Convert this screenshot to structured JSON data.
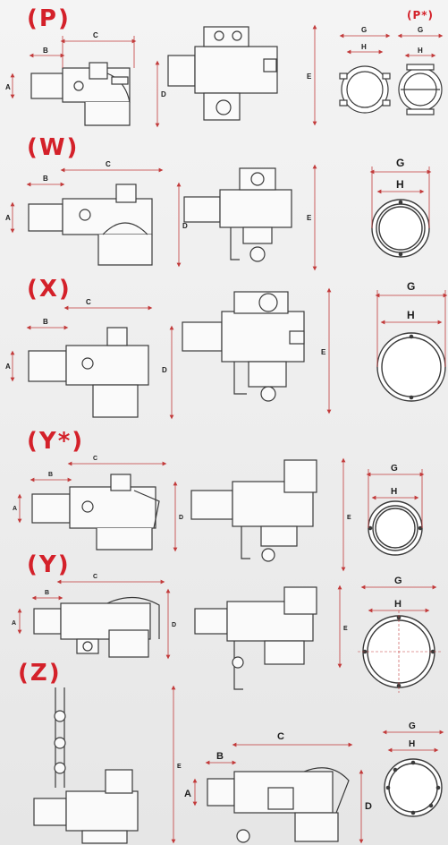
{
  "sections": [
    {
      "id": "p",
      "label": "(P)"
    },
    {
      "id": "w",
      "label": "(W)"
    },
    {
      "id": "x",
      "label": "(X)"
    },
    {
      "id": "y_star",
      "label": "(Y*)"
    },
    {
      "id": "y",
      "label": "(Y)"
    },
    {
      "id": "z",
      "label": "(Z)"
    }
  ],
  "p_star_label": "(P*)",
  "dimension_letters": {
    "a": "A",
    "b": "B",
    "c": "C",
    "d": "D",
    "e": "E",
    "g": "G",
    "h": "H"
  },
  "colors": {
    "accent": "#d4212a",
    "line": "#c23a3a",
    "drawing": "#3a3a3a"
  }
}
